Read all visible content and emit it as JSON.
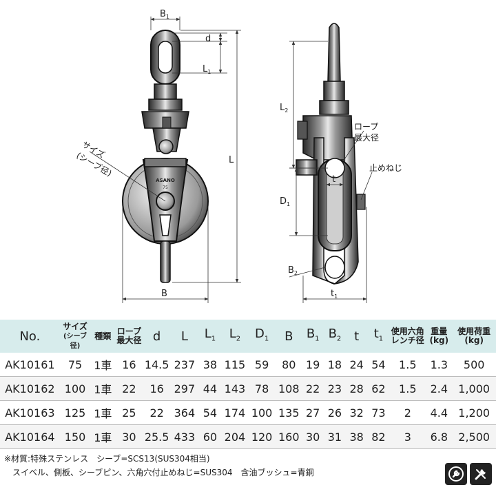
{
  "drawing": {
    "dims": {
      "b1": "B",
      "b1_sub": "1",
      "d": "d",
      "l1": "L",
      "l1_sub": "1",
      "l": "L",
      "b": "B",
      "l2": "L",
      "l2_sub": "2",
      "d1": "D",
      "d1_sub": "1",
      "b2": "B",
      "b2_sub": "2",
      "t": "t",
      "t1": "t",
      "t1_sub": "1"
    },
    "brand": "ASANO",
    "size_mark": "75",
    "size_label_line1": "サイズ",
    "size_label_line2": "(シーブ径)",
    "rope_label_line1": "ロープ",
    "rope_label_line2": "最大径",
    "stopper_label": "止めねじ"
  },
  "table": {
    "headers": {
      "no": "No.",
      "size1": "サイズ",
      "size2": "(シーブ径)",
      "type": "種類",
      "rope1": "ロープ",
      "rope2": "最大径",
      "d": "d",
      "l": "L",
      "l1": "L",
      "l1_sub": "1",
      "l2": "L",
      "l2_sub": "2",
      "d1": "D",
      "d1_sub": "1",
      "b": "B",
      "b1": "B",
      "b1_sub": "1",
      "b2": "B",
      "b2_sub": "2",
      "t": "t",
      "t1": "t",
      "t1_sub": "1",
      "hex1": "使用六角",
      "hex2": "レンチ径",
      "weight1": "重量",
      "weight2": "(kg)",
      "load1": "使用荷重",
      "load2": "(kg)"
    },
    "rows": [
      {
        "no": "AK10161",
        "size": "75",
        "type": "1車",
        "rope": "16",
        "d": "14.5",
        "l": "237",
        "l1": "38",
        "l2": "115",
        "d1": "59",
        "b": "80",
        "b1": "19",
        "b2": "18",
        "t": "24",
        "t1": "54",
        "hex": "1.5",
        "weight": "1.3",
        "load": "500"
      },
      {
        "no": "AK10162",
        "size": "100",
        "type": "1車",
        "rope": "22",
        "d": "16",
        "l": "297",
        "l1": "44",
        "l2": "143",
        "d1": "78",
        "b": "108",
        "b1": "22",
        "b2": "23",
        "t": "28",
        "t1": "62",
        "hex": "1.5",
        "weight": "2.4",
        "load": "1,000"
      },
      {
        "no": "AK10163",
        "size": "125",
        "type": "1車",
        "rope": "25",
        "d": "22",
        "l": "364",
        "l1": "54",
        "l2": "174",
        "d1": "100",
        "b": "135",
        "b1": "27",
        "b2": "26",
        "t": "32",
        "t1": "73",
        "hex": "2",
        "weight": "4.4",
        "load": "1,200"
      },
      {
        "no": "AK10164",
        "size": "150",
        "type": "1車",
        "rope": "30",
        "d": "25.5",
        "l": "433",
        "l1": "60",
        "l2": "204",
        "d1": "120",
        "b": "160",
        "b1": "30",
        "b2": "31",
        "t": "38",
        "t1": "82",
        "hex": "3",
        "weight": "6.8",
        "load": "2,500"
      }
    ]
  },
  "notes": {
    "line1": "※材質:特殊ステンレス　シーブ=SCS13(SUS304相当)",
    "line2": "スイベル、側板、シーブピン、六角穴付止めねじ=SUS304　含油ブッシュ=青銅"
  },
  "icons": [
    "wrench-icon",
    "tools-icon"
  ]
}
